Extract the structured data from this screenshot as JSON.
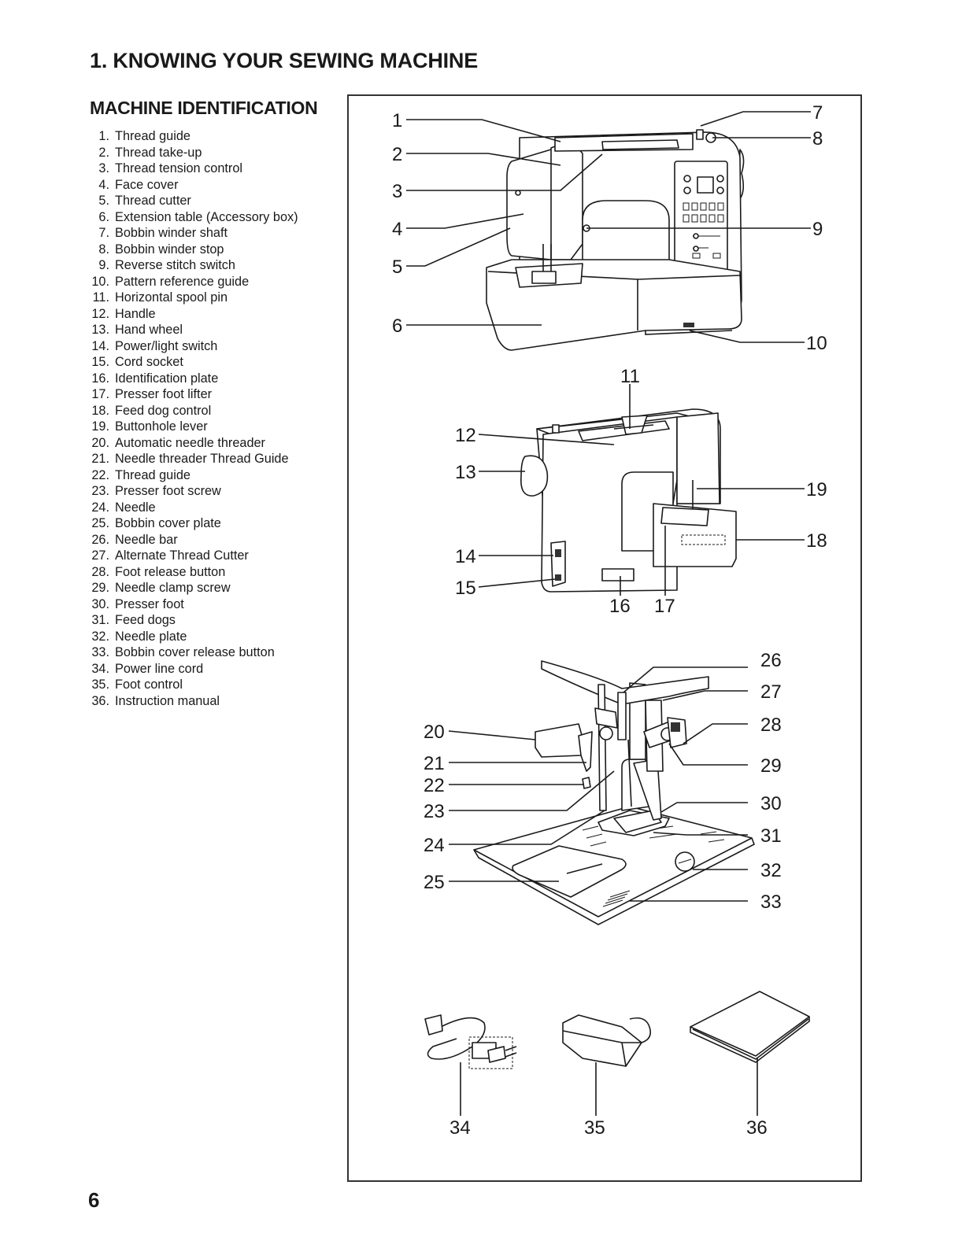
{
  "page": {
    "title": "1. KNOWING YOUR SEWING MACHINE",
    "section_title": "MACHINE IDENTIFICATION",
    "page_number": "6"
  },
  "parts": [
    {
      "num": "1.",
      "label": "Thread guide"
    },
    {
      "num": "2.",
      "label": "Thread take-up"
    },
    {
      "num": "3.",
      "label": "Thread tension control"
    },
    {
      "num": "4.",
      "label": "Face cover"
    },
    {
      "num": "5.",
      "label": "Thread cutter"
    },
    {
      "num": "6.",
      "label": "Extension table (Accessory box)"
    },
    {
      "num": "7.",
      "label": "Bobbin winder shaft"
    },
    {
      "num": "8.",
      "label": "Bobbin winder stop"
    },
    {
      "num": "9.",
      "label": "Reverse stitch switch"
    },
    {
      "num": "10.",
      "label": "Pattern reference guide"
    },
    {
      "num": "11.",
      "label": "Horizontal spool pin"
    },
    {
      "num": "12.",
      "label": "Handle"
    },
    {
      "num": "13.",
      "label": "Hand wheel"
    },
    {
      "num": "14.",
      "label": "Power/light switch"
    },
    {
      "num": "15.",
      "label": "Cord socket"
    },
    {
      "num": "16.",
      "label": "Identification plate"
    },
    {
      "num": "17.",
      "label": "Presser foot lifter"
    },
    {
      "num": "18.",
      "label": "Feed dog control"
    },
    {
      "num": "19.",
      "label": "Buttonhole lever"
    },
    {
      "num": "20.",
      "label": "Automatic needle threader"
    },
    {
      "num": "21.",
      "label": "Needle threader Thread Guide"
    },
    {
      "num": "22.",
      "label": "Thread guide"
    },
    {
      "num": "23.",
      "label": "Presser foot screw"
    },
    {
      "num": "24.",
      "label": "Needle"
    },
    {
      "num": "25.",
      "label": "Bobbin cover plate"
    },
    {
      "num": "26.",
      "label": "Needle bar"
    },
    {
      "num": "27.",
      "label": "Alternate Thread Cutter"
    },
    {
      "num": "28.",
      "label": "Foot release button"
    },
    {
      "num": "29.",
      "label": "Needle clamp screw"
    },
    {
      "num": "30.",
      "label": "Presser foot"
    },
    {
      "num": "31.",
      "label": "Feed dogs"
    },
    {
      "num": "32.",
      "label": "Needle plate"
    },
    {
      "num": "33.",
      "label": "Bobbin cover release button"
    },
    {
      "num": "34.",
      "label": "Power line cord"
    },
    {
      "num": "35.",
      "label": "Foot control"
    },
    {
      "num": "36.",
      "label": "Instruction manual"
    }
  ],
  "callouts": [
    "1",
    "2",
    "3",
    "4",
    "5",
    "6",
    "7",
    "8",
    "9",
    "10",
    "11",
    "12",
    "13",
    "14",
    "15",
    "16",
    "17",
    "18",
    "19",
    "20",
    "21",
    "22",
    "23",
    "24",
    "25",
    "26",
    "27",
    "28",
    "29",
    "30",
    "31",
    "32",
    "33",
    "34",
    "35",
    "36"
  ]
}
